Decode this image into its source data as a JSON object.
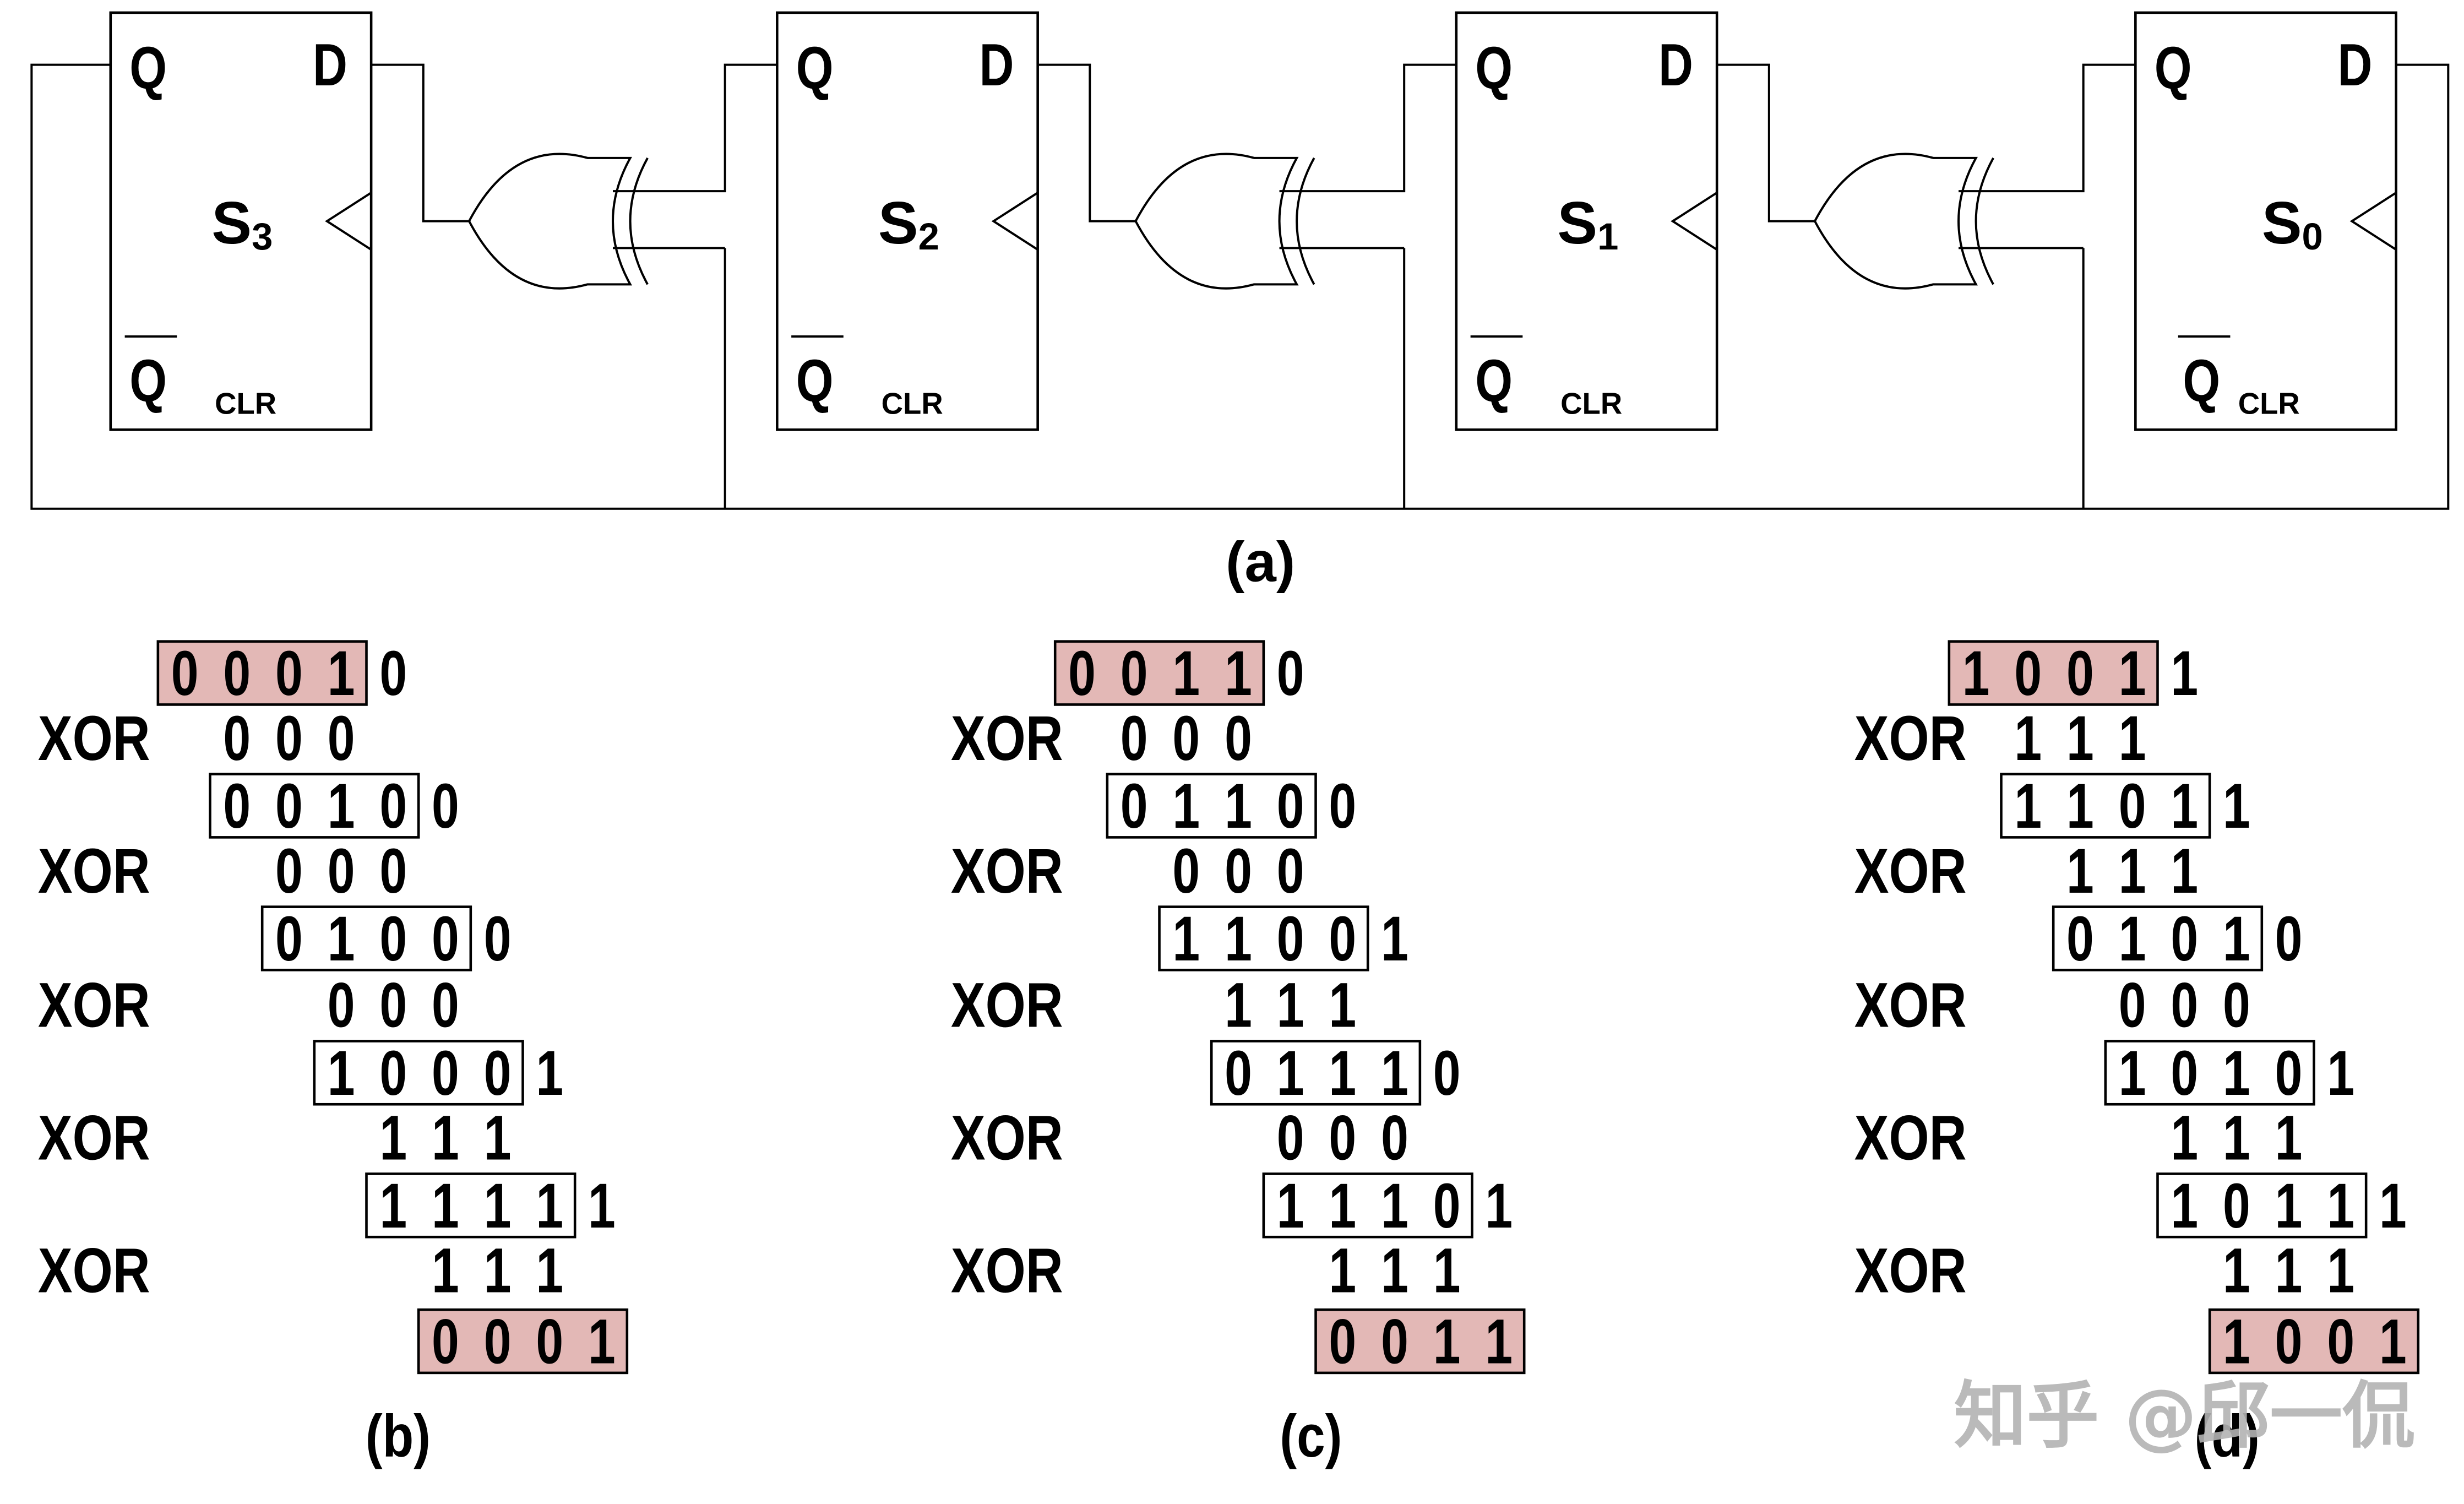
{
  "diagram": {
    "title_a": "(a)",
    "flipflops": [
      {
        "name": "S",
        "sub": "3",
        "q": "Q",
        "d": "D",
        "qbar": "Q",
        "clr": "CLR"
      },
      {
        "name": "S",
        "sub": "2",
        "q": "Q",
        "d": "D",
        "qbar": "Q",
        "clr": "CLR"
      },
      {
        "name": "S",
        "sub": "1",
        "q": "Q",
        "d": "D",
        "qbar": "Q",
        "clr": "CLR"
      },
      {
        "name": "S",
        "sub": "0",
        "q": "Q",
        "d": "D",
        "qbar": "Q",
        "clr": "CLR"
      }
    ],
    "gates": [
      "XOR",
      "XOR",
      "XOR"
    ]
  },
  "panels": [
    {
      "label": "(b)",
      "xor_label": "XOR",
      "start": "0001",
      "start_shift": "0",
      "steps": [
        {
          "xor": "000",
          "state": "0010",
          "shift": "0"
        },
        {
          "xor": "000",
          "state": "0100",
          "shift": "0"
        },
        {
          "xor": "000",
          "state": "1000",
          "shift": "1"
        },
        {
          "xor": "111",
          "state": "1111",
          "shift": "1"
        },
        {
          "xor": "111",
          "state": "0001",
          "shift": ""
        }
      ]
    },
    {
      "label": "(c)",
      "xor_label": "XOR",
      "start": "0011",
      "start_shift": "0",
      "steps": [
        {
          "xor": "000",
          "state": "0110",
          "shift": "0"
        },
        {
          "xor": "000",
          "state": "1100",
          "shift": "1"
        },
        {
          "xor": "111",
          "state": "0111",
          "shift": "0"
        },
        {
          "xor": "000",
          "state": "1110",
          "shift": "1"
        },
        {
          "xor": "111",
          "state": "0011",
          "shift": ""
        }
      ]
    },
    {
      "label": "(d)",
      "xor_label": "XOR",
      "start": "1001",
      "start_shift": "1",
      "steps": [
        {
          "xor": "111",
          "state": "1101",
          "shift": "1"
        },
        {
          "xor": "111",
          "state": "0101",
          "shift": "0"
        },
        {
          "xor": "000",
          "state": "1010",
          "shift": "1"
        },
        {
          "xor": "111",
          "state": "1011",
          "shift": "1"
        },
        {
          "xor": "111",
          "state": "1001",
          "shift": ""
        }
      ]
    }
  ],
  "colors": {
    "highlight": "#e3b8b6",
    "ink": "#000000",
    "watermark": "#b3b3b3"
  },
  "watermark": "知乎 @邱一侃"
}
